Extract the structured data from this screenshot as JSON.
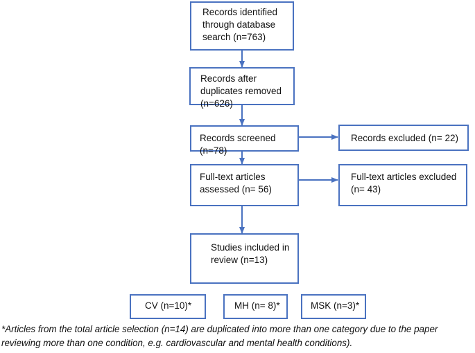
{
  "flow": {
    "identified": "Records identified through database search (n=763)",
    "after_duplicates": "Records after duplicates removed (n=626)",
    "screened": "Records screened (n=78)",
    "excluded": "Records excluded (n= 22)",
    "fulltext_assessed": "Full-text articles assessed (n= 56)",
    "fulltext_excluded": "Full-text articles excluded (n= 43)",
    "included": "Studies included in review (n=13)"
  },
  "categories": {
    "cv": "CV (n=10)*",
    "mh": "MH (n= 8)*",
    "msk": "MSK (n=3)*"
  },
  "footnote": "*Articles from the total article selection (n=14) are duplicated into more than one category due to the paper reviewing more than one condition, e.g. cardiovascular and mental health conditions)."
}
